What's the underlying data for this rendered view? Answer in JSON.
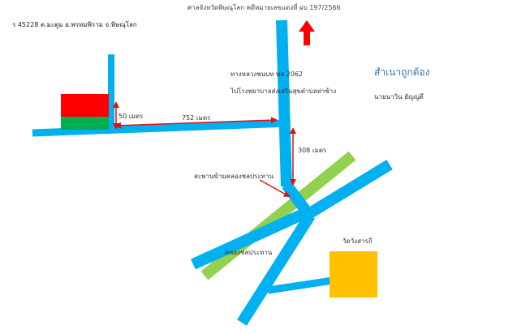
{
  "header": {
    "court_title": "ศาลจังหวัดพิษณุโลก คดีหมายเลขแดงที่ ผบ 197/2566",
    "parcel": "ร 45228  ต.มะตูม  อ.พรหมพิราม  จ.พิษณุโลก"
  },
  "labels": {
    "highway": "ทางหลวงชนบท พล 2062",
    "hospital": "ไปโรงพยาบาลส่งเสริมสุขตำบลท่าช้าง",
    "certified": "สำเนาถูกต้อง",
    "signer": "นายนาวิน  ธัญญดี",
    "dist_50": "50  เมตร",
    "dist_752": "752  เมตร",
    "dist_308": "308  เมตร",
    "bridge": "สะพานข้ามคลองชลประทาน",
    "canal": "คลองชลประทาน",
    "temple": "วัดวังสารถี"
  },
  "colors": {
    "road": "#00b0f0",
    "canal": "#92d050",
    "plot_top": "#ff0000",
    "plot_bottom": "#00b050",
    "temple": "#ffc000",
    "dimension_arrow": "#e01010",
    "north_arrow": "#ff0000",
    "certified_text": "#2e75b6"
  },
  "icons": {
    "north": "north-arrow-icon"
  }
}
